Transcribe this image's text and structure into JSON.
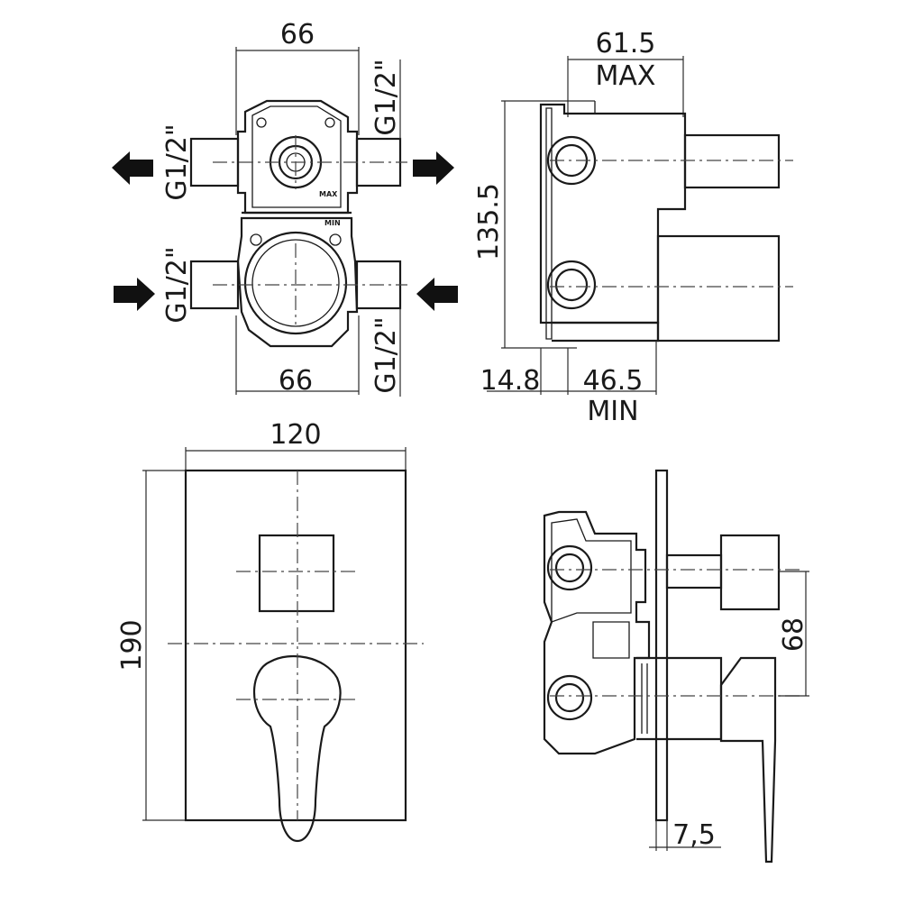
{
  "dimensions": {
    "top_width": "66",
    "bottom_width": "66",
    "max_depth": "61.5",
    "max_label": "MAX",
    "height": "135.5",
    "offset": "14.8",
    "min_depth": "46.5",
    "min_label": "MIN",
    "plate_width": "120",
    "plate_height": "190",
    "outlet_spacing": "68",
    "plate_thickness": "7,5"
  },
  "connections": {
    "left_top": "G1/2\"",
    "left_bottom": "G1/2\"",
    "right_top": "G1/2\"",
    "right_bottom": "G1/2\""
  },
  "body_markings": {
    "max": "MAX",
    "min": "MIN"
  }
}
